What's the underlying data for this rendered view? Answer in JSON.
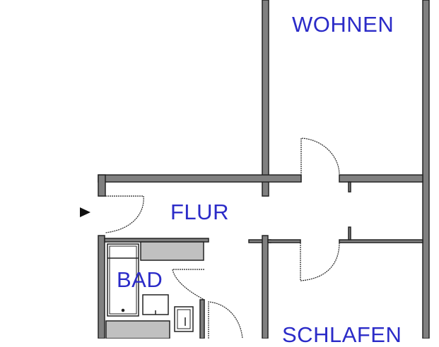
{
  "floorplan": {
    "rooms": [
      {
        "id": "wohnen",
        "label": "WOHNEN"
      },
      {
        "id": "flur",
        "label": "FLUR"
      },
      {
        "id": "bad",
        "label": "BAD"
      },
      {
        "id": "schlafen",
        "label": "SCHLAFEN"
      }
    ],
    "entrance_marker": "arrow-right-icon",
    "colors": {
      "wall_fill": "#808080",
      "wall_stroke": "#222222",
      "fixture_fill": "#c0c0c0",
      "label": "#2b2bc8",
      "background": "#ffffff"
    }
  }
}
